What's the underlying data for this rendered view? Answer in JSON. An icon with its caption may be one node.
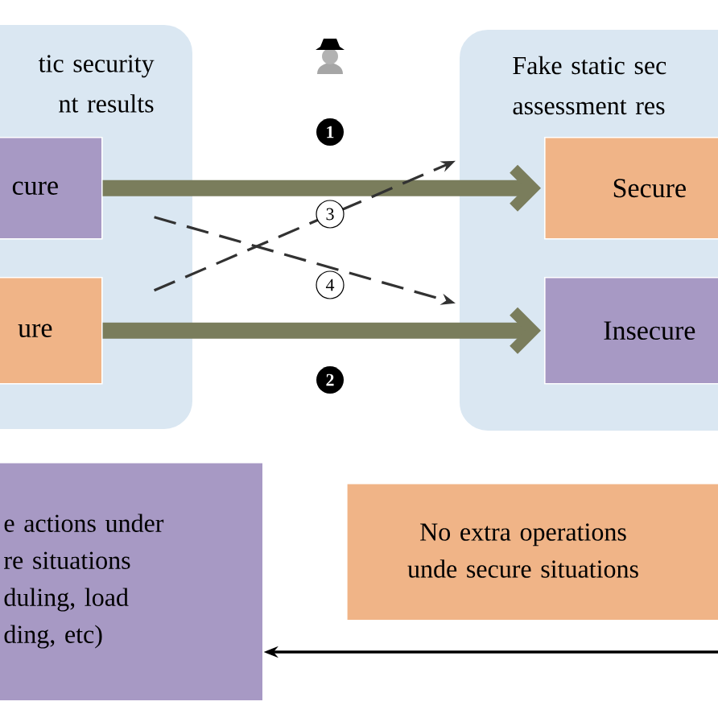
{
  "diagram": {
    "nodes": [
      {
        "text": [
          "tic security nt results"
        ]
      },
      {
        "text": [
          "cure"
        ],
        "in": 0
      },
      {
        "text": [
          "ure"
        ],
        "in": 0
      },
      {
        "text": [
          "Fake static sec assessment res"
        ]
      },
      {
        "text": [
          "Secure"
        ],
        "in": 3
      },
      {
        "text": [
          "Insecure"
        ],
        "in": 3
      },
      {
        "text": [
          "e actions under re situations duling, load ding, etc)"
        ]
      },
      {
        "text": [
          "No extra operations unde secure situations"
        ]
      }
    ],
    "edges": [
      {
        "from": 1,
        "to": 4,
        "arrow": "to",
        "style": "thick",
        "label": "1"
      },
      {
        "from": 2,
        "to": 4,
        "arrow": "to",
        "style": "dashed",
        "label": "3"
      },
      {
        "from": 1,
        "to": 5,
        "arrow": "to",
        "style": "dashed",
        "label": "4"
      },
      {
        "from": 2,
        "to": 5,
        "arrow": "to",
        "style": "thick",
        "label": "2"
      },
      {
        "from": null,
        "to": 6,
        "arrow": "to",
        "color": "#000000"
      }
    ]
  }
}
